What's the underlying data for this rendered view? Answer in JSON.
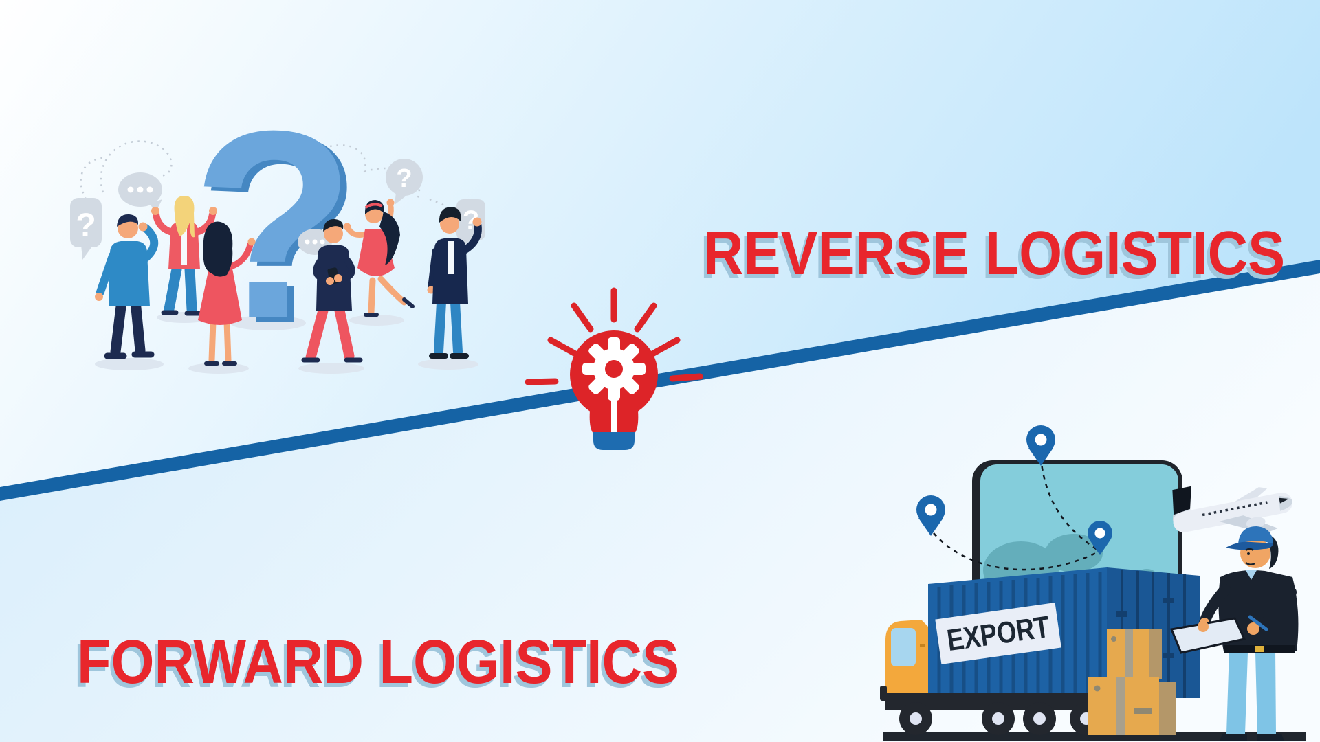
{
  "titles": {
    "reverse": "REVERSE LOGISTICS",
    "forward": "FORWARD LOGISTICS"
  },
  "left_illustration": {
    "big_question_mark": "?",
    "bubble_question": "?"
  },
  "right_illustration": {
    "container_label": "EXPORT"
  },
  "icons": {
    "center": "idea-gear-bulb-icon",
    "left": [
      "question-mark-3d",
      "speech-bubble-question-icon",
      "speech-bubble-dots-icon"
    ],
    "right": [
      "location-pin-icon",
      "airplane-icon",
      "world-map-screen",
      "export-container",
      "truck-cab",
      "cargo-boxes",
      "delivery-worker",
      "clipboard"
    ]
  },
  "colors": {
    "title_red": "#e8262c",
    "title_shadow": "#9fc6dc",
    "divider_blue": "#1563a5",
    "bulb_red": "#dd2428",
    "bulb_base_blue": "#1e6cb0",
    "question_blue": "#6ba6dc",
    "bubble_gray": "#d2dae3",
    "container_blue": "#1d62a5",
    "cab_orange": "#f3a83c",
    "map_teal": "#84cddb",
    "pin_blue": "#1b67ad",
    "bg_top_left": "#ffffff",
    "bg_top_right": "#bde4fb",
    "bg_bottom_left": "#d9eefb",
    "bg_bottom_right": "#f8fcff"
  }
}
